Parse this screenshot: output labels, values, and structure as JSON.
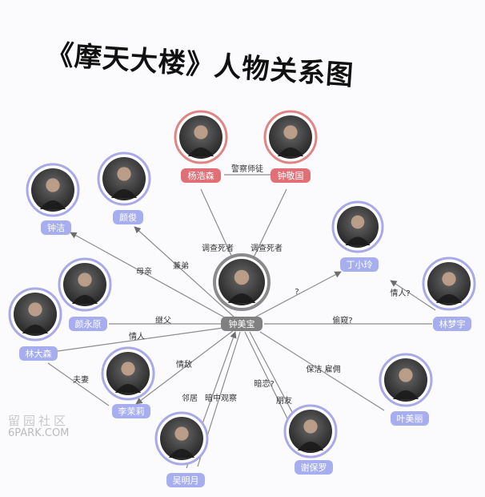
{
  "title": "《摩天大楼》人物关系图",
  "watermark": {
    "line1": "留园社区",
    "line2": "6PARK.COM"
  },
  "nodes": [
    {
      "id": "zhongmeibao",
      "name": "钟美宝",
      "ring": "gray",
      "center": true
    },
    {
      "id": "yanghaosen",
      "name": "杨浩森",
      "ring": "red"
    },
    {
      "id": "zhongjingguo",
      "name": "钟敬国",
      "ring": "red"
    },
    {
      "id": "zhongjie",
      "name": "钟洁",
      "ring": "blue"
    },
    {
      "id": "yanjun",
      "name": "颜俊",
      "ring": "blue"
    },
    {
      "id": "dingxiaoling",
      "name": "丁小玲",
      "ring": "blue"
    },
    {
      "id": "linmengyu",
      "name": "林梦宇",
      "ring": "blue"
    },
    {
      "id": "yanyongyuan",
      "name": "颜永原",
      "ring": "blue"
    },
    {
      "id": "lindasen",
      "name": "林大森",
      "ring": "blue"
    },
    {
      "id": "limoli",
      "name": "李茉莉",
      "ring": "blue"
    },
    {
      "id": "wuimingyue",
      "name": "吴明月",
      "ring": "blue"
    },
    {
      "id": "xieluoluo",
      "name": "谢保罗",
      "ring": "blue"
    },
    {
      "id": "yemeili",
      "name": "叶美丽",
      "ring": "blue"
    }
  ],
  "edges": [
    {
      "from": "yanghaosen",
      "to": "zhongjingguo",
      "label": "警察师徒"
    },
    {
      "from": "yanghaosen",
      "to": "zhongmeibao",
      "label": "调查死者"
    },
    {
      "from": "zhongjingguo",
      "to": "zhongmeibao",
      "label": "调查死者"
    },
    {
      "from": "zhongmeibao",
      "to": "zhongjie",
      "label": "母亲"
    },
    {
      "from": "zhongmeibao",
      "to": "yanjun",
      "label": "兼弟"
    },
    {
      "from": "zhongmeibao",
      "to": "dingxiaoling",
      "label": "?"
    },
    {
      "from": "linmengyu",
      "to": "dingxiaoling",
      "label": "情人?"
    },
    {
      "from": "linmengyu",
      "to": "zhongmeibao",
      "label": "偷窥?"
    },
    {
      "from": "yanyongyuan",
      "to": "zhongmeibao",
      "label": "继父"
    },
    {
      "from": "lindasen",
      "to": "zhongmeibao",
      "label": "情人"
    },
    {
      "from": "lindasen",
      "to": "limoli",
      "label": "夫妻"
    },
    {
      "from": "limoli",
      "to": "zhongmeibao",
      "label": "情敌"
    },
    {
      "from": "wuimingyue",
      "to": "zhongmeibao",
      "label": "邻居"
    },
    {
      "from": "wuimingyue",
      "to": "zhongmeibao",
      "label": "暗中观察"
    },
    {
      "from": "zhongmeibao",
      "to": "xieluoluo",
      "label": "暗恋?"
    },
    {
      "from": "zhongmeibao",
      "to": "xieluoluo",
      "label": "朋友"
    },
    {
      "from": "zhongmeibao",
      "to": "yemeili",
      "label": "保洁 雇佣"
    }
  ],
  "colors": {
    "ring_red": "#e08585",
    "ring_blue": "#a9a9e8",
    "ring_gray": "#8a8a8a",
    "pill_red": "#e06f76",
    "pill_blue": "#a7aef0",
    "pill_gray": "#808080",
    "edge": "#8c8c8c",
    "arrow": "#6d6d6d"
  }
}
